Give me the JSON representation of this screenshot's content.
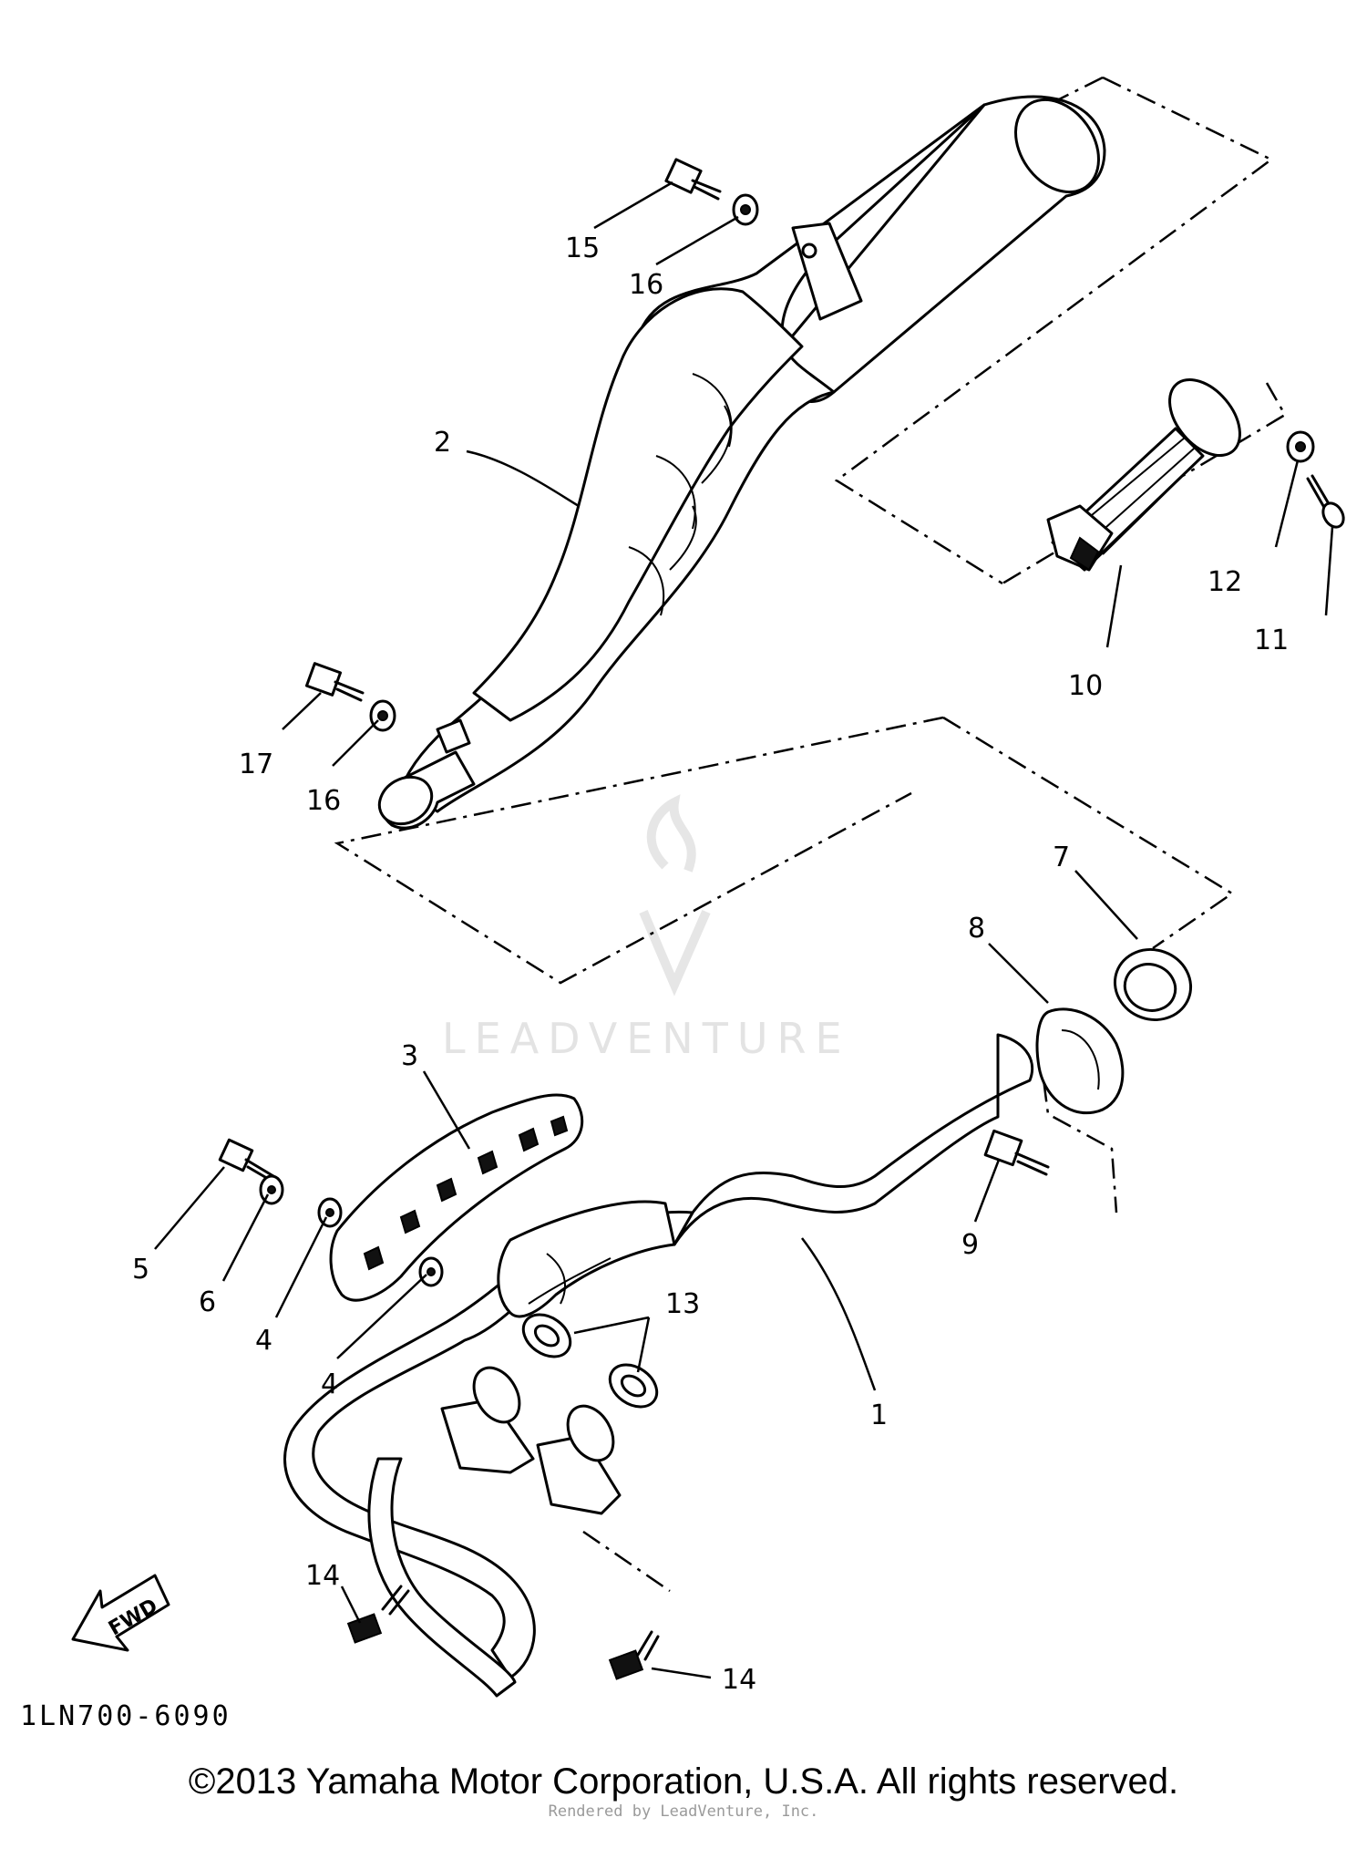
{
  "diagram": {
    "part_code": "1LN700-6090",
    "fwd_label": "FWD",
    "watermark": "LEADVENTURE",
    "callouts": {
      "c1": "1",
      "c2": "2",
      "c3": "3",
      "c4a": "4",
      "c4b": "4",
      "c5": "5",
      "c6": "6",
      "c7": "7",
      "c8": "8",
      "c9": "9",
      "c10": "10",
      "c11": "11",
      "c12": "12",
      "c13": "13",
      "c14a": "14",
      "c14b": "14",
      "c15": "15",
      "c16a": "16",
      "c16b": "16",
      "c17": "17"
    }
  },
  "footer": {
    "copyright": "©2013 Yamaha Motor Corporation, U.S.A. All rights reserved.",
    "rendered_by": "Rendered by LeadVenture, Inc."
  }
}
